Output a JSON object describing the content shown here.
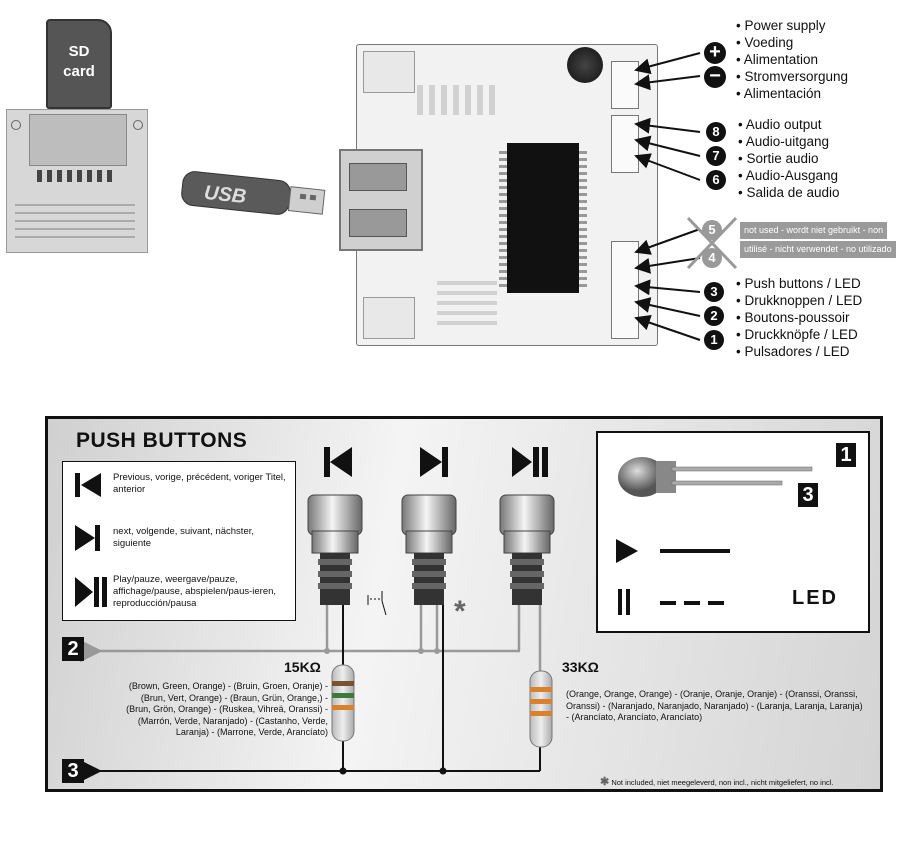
{
  "sd_card": {
    "line1": "SD",
    "line2": "card"
  },
  "usb_stick": {
    "brand": "USB"
  },
  "power": {
    "labels": [
      "Power supply",
      "Voeding",
      "Alimentation",
      "Stromversorgung",
      "Alimentación"
    ],
    "plus": "+",
    "minus": "−"
  },
  "audio": {
    "labels": [
      "Audio output",
      "Audio-uitgang",
      "Sortie audio",
      "Audio-Ausgang",
      "Salida de audio"
    ],
    "pins": [
      "8",
      "7",
      "6"
    ]
  },
  "unused": {
    "pins": [
      "5",
      "4"
    ],
    "line1": "not used - wordt niet gebruikt - non",
    "line2": "utilisé - nicht verwendet - no utilizado"
  },
  "buttons_conn": {
    "labels": [
      "Push buttons / LED",
      "Drukknoppen / LED",
      "Boutons-poussoir",
      "Druckknöpfe / LED",
      "Pulsadores / LED"
    ],
    "pins": [
      "3",
      "2",
      "1"
    ]
  },
  "panel": {
    "title": "PUSH BUTTONS",
    "legend": [
      {
        "icon": "previous-icon",
        "text": "Previous, vorige, précédent, voriger Titel, anterior"
      },
      {
        "icon": "next-icon",
        "text": "next, volgende, suivant, nächster, siguiente"
      },
      {
        "icon": "play-pause-icon",
        "text": "Play/pauze, weergave/pauze, affichage/pause, abspielen/paus-ieren, reproducción/pausa"
      }
    ],
    "led_box": {
      "pin1": "1",
      "pin3": "3",
      "label": "LED"
    },
    "pin2": "2",
    "pin3": "3",
    "resistor1": {
      "value": "15KΩ",
      "colors": "(Brown, Green, Orange) - (Bruin, Groen, Oranje) - (Brun, Vert, Orange) - (Braun, Grün, Orange,) - (Brun, Grön, Orange) - (Ruskea, Vihreä, Oranssi) - (Marrón, Verde, Naranjado) - (Castanho, Verde, Laranja) - (Marrone, Verde, Arancíato)"
    },
    "resistor2": {
      "value": "33KΩ",
      "colors": "(Orange, Orange, Orange) - (Oranje, Oranje, Oranje) - (Oranssi, Oranssi, Oranssi) - (Naranjado, Naranjado, Naranjado) - (Laranja, Laranja, Laranja) - (Arancíato, Arancíato, Arancíato)"
    },
    "footnote": "Not included, niet meegeleverd, non incl., nicht mitgeliefert, no incl.",
    "asterisk": "*"
  },
  "colors": {
    "board": "#f2f2f2",
    "chip": "#111111",
    "panel_bg": "#e2e2e2",
    "ink": "#111111"
  }
}
